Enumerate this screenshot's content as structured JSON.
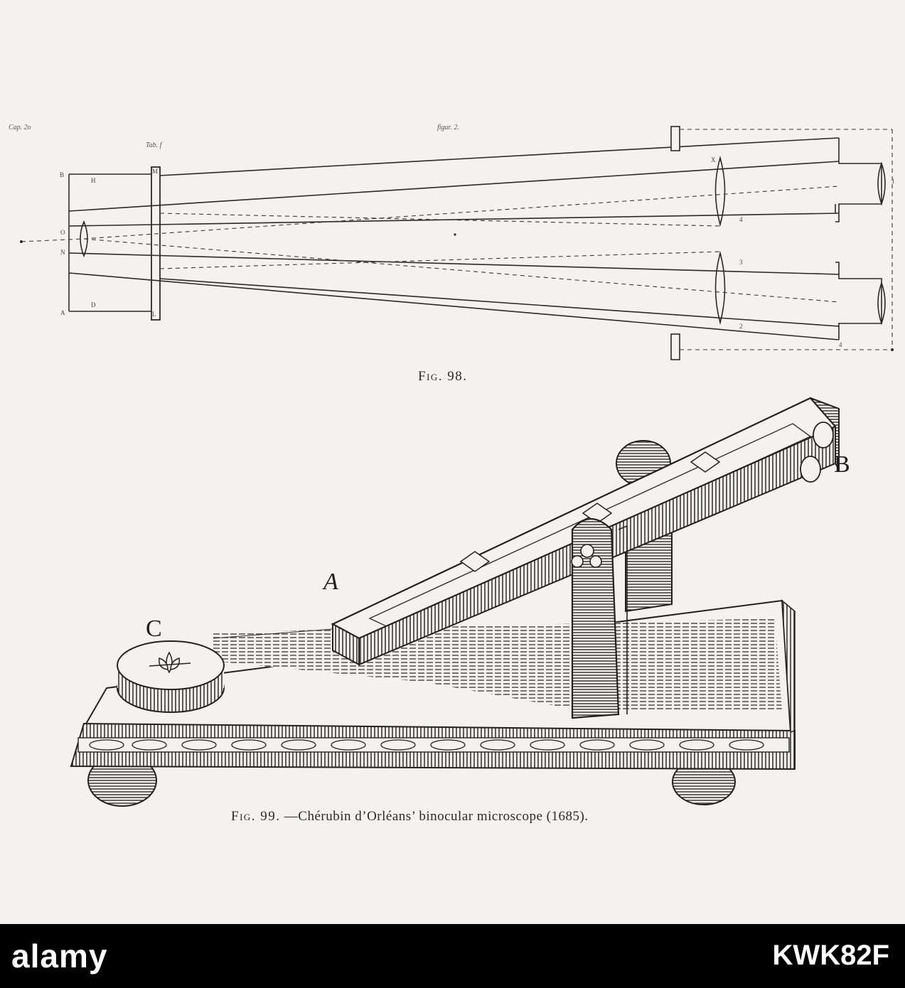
{
  "figure98": {
    "caption": "Fig. 98.",
    "annotations": {
      "top_center": "figur. 2.",
      "top_left": "Cap. 2o",
      "tab": "Tab. f"
    }
  },
  "figure99": {
    "caption_fig": "Fig. 99.",
    "caption_text": "—Chérubin d’Orléans’ binocular microscope (1685).",
    "labels": {
      "a": "A",
      "b": "B",
      "c": "C"
    }
  },
  "watermark": {
    "logo": "alamy",
    "image_id": "KWK82F"
  },
  "colors": {
    "paper": "#f3f2ee",
    "ink": "#1e1e1e",
    "banner": "#000000",
    "banner_text": "#ffffff"
  }
}
